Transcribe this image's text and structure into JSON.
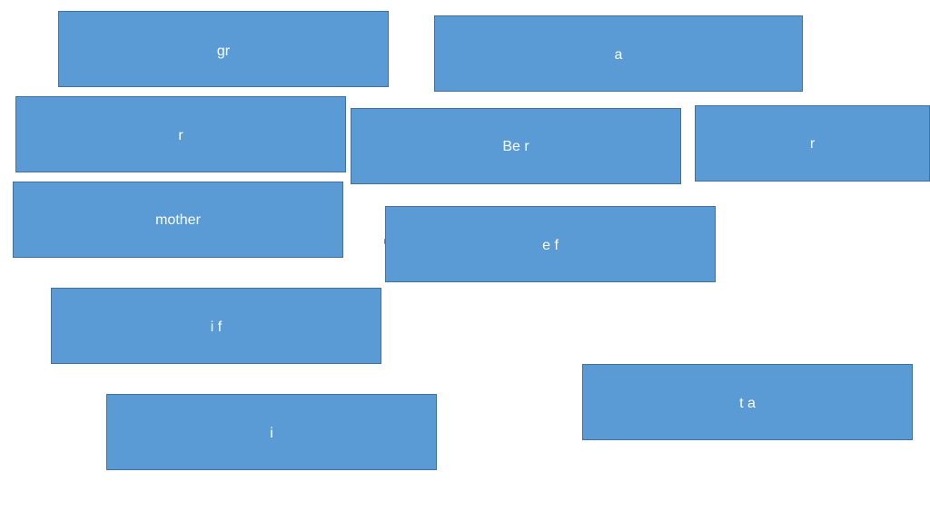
{
  "slide": {
    "cards": [
      {
        "label": "gr"
      },
      {
        "label": "a"
      },
      {
        "label": "r"
      },
      {
        "label": "Be r"
      },
      {
        "label": "r"
      },
      {
        "label": "mother"
      },
      {
        "label": "e f"
      },
      {
        "label": "i f"
      },
      {
        "label": "t a"
      },
      {
        "label": "i"
      }
    ]
  },
  "colors": {
    "card_fill": "#5b9bd5",
    "card_border": "#41719c",
    "text": "#ffffff",
    "background": "#ffffff"
  }
}
